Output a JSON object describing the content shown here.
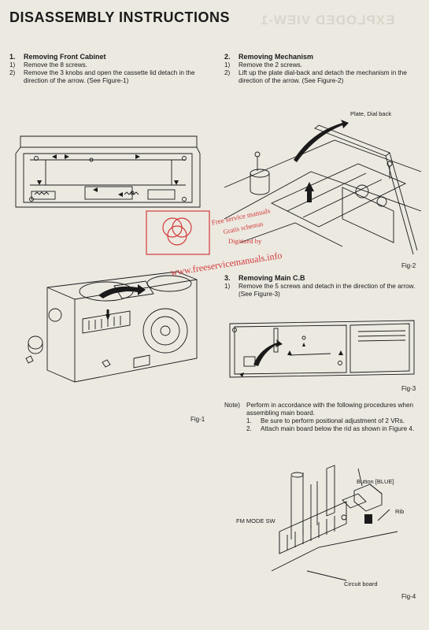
{
  "page": {
    "title": "DISASSEMBLY INSTRUCTIONS",
    "ghost_heading": "EXPLODED VIEW-1"
  },
  "sections": [
    {
      "number": "1.",
      "heading": "Removing Front Cabinet",
      "steps": [
        {
          "n": "1)",
          "text": "Remove the 8 screws."
        },
        {
          "n": "2)",
          "text": "Remove the 3 knobs and open the cassette lid detach in the direction of the arrow. (See Figure-1)"
        }
      ]
    },
    {
      "number": "2.",
      "heading": "Removing Mechanism",
      "steps": [
        {
          "n": "1)",
          "text": "Remove the 2 screws."
        },
        {
          "n": "2)",
          "text": "Lift up the plate dial-back and detach the mechanism in the direction of the arrow. (See Figure-2)"
        }
      ]
    },
    {
      "number": "3.",
      "heading": "Removing Main C.B",
      "steps": [
        {
          "n": "1)",
          "text": "Remove the 5 screws and detach in the direction of the arrow. (See Figure-3)"
        }
      ]
    }
  ],
  "note": {
    "label": "Note)",
    "text": "Perform in accordance with the following procedures when assembling main board.",
    "items": [
      {
        "n": "1.",
        "text": "Be sure to perform positional adjustment of 2 VRs."
      },
      {
        "n": "2.",
        "text": "Attach main board below the rid as shown in Figure 4."
      }
    ]
  },
  "figures": {
    "fig1": "Fig-1",
    "fig2": "Fig-2",
    "fig3": "Fig-3",
    "fig4": "Fig-4"
  },
  "callouts": {
    "plate_dial_back": "Plate, Dial back",
    "button_blue": "Button [BLUE]",
    "rib": "Rib",
    "fm_mode_sw": "FM MODE SW",
    "circuit_board": "Circuit board"
  },
  "watermark": {
    "line1": "Free service manuals",
    "line2": "Gratis schemas",
    "line3": "Digitized by",
    "url": "www.freeservicemanuals.info"
  },
  "colors": {
    "paper": "#ece9e1",
    "ink": "#1a1a1a",
    "stamp_red": "#d23a3a"
  }
}
